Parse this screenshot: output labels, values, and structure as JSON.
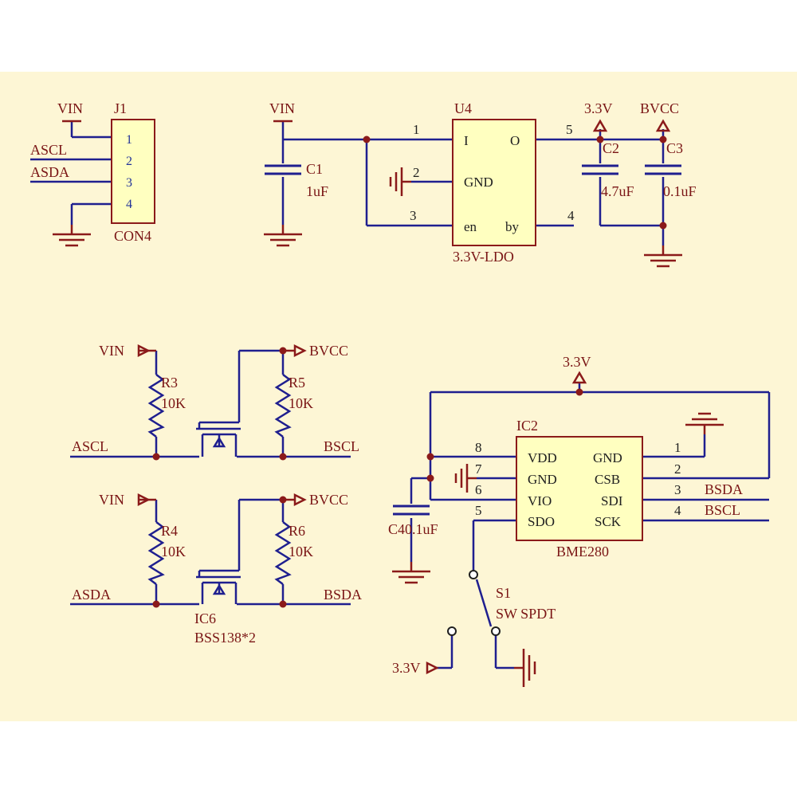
{
  "colors": {
    "background": "#fdf6d5",
    "wire": "#1f1f8f",
    "symbol": "#8b1a1a",
    "component_fill": "#ffffc0",
    "component_stroke": "#8b1a1a",
    "text": "#7a1515"
  },
  "connector": {
    "ref": "J1",
    "type": "CON4",
    "pins": [
      "1",
      "2",
      "3",
      "4"
    ],
    "net_vin": "VIN",
    "net_ascl": "ASCL",
    "net_asda": "ASDA"
  },
  "regulator": {
    "ref": "U4",
    "type": "3.3V-LDO",
    "pin_i": "I",
    "pin_o": "O",
    "pin_gnd": "GND",
    "pin_en": "en",
    "pin_by": "by",
    "pin1": "1",
    "pin2": "2",
    "pin3": "3",
    "pin4": "4",
    "pin5": "5",
    "vin_label": "VIN",
    "c1_ref": "C1",
    "c1_value": "1uF",
    "out_33v": "3.3V",
    "out_bvcc": "BVCC",
    "c2_ref": "C2",
    "c2_value": "4.7uF",
    "c3_ref": "C3",
    "c3_value": "0.1uF"
  },
  "level_shifter": {
    "vin1": "VIN",
    "vin2": "VIN",
    "bvcc1": "BVCC",
    "bvcc2": "BVCC",
    "r3_ref": "R3",
    "r3_value": "10K",
    "r5_ref": "R5",
    "r5_value": "10K",
    "r4_ref": "R4",
    "r4_value": "10K",
    "r6_ref": "R6",
    "r6_value": "10K",
    "ascl": "ASCL",
    "bscl": "BSCL",
    "asda": "ASDA",
    "bsda": "BSDA",
    "ic_ref": "IC6",
    "ic_type": "BSS138*2"
  },
  "sensor": {
    "ref": "IC2",
    "type": "BME280",
    "supply_label": "3.3V",
    "left_pins": [
      "VDD",
      "GND",
      "VIO",
      "SDO"
    ],
    "right_pins": [
      "GND",
      "CSB",
      "SDI",
      "SCK"
    ],
    "left_nums": [
      "8",
      "7",
      "6",
      "5"
    ],
    "right_nums": [
      "1",
      "2",
      "3",
      "4"
    ],
    "net_bsda": "BSDA",
    "net_bscl": "BSCL",
    "c4_label": "C40.1uF",
    "switch_ref": "S1",
    "switch_type": "SW SPDT",
    "switch_33v": "3.3V"
  }
}
